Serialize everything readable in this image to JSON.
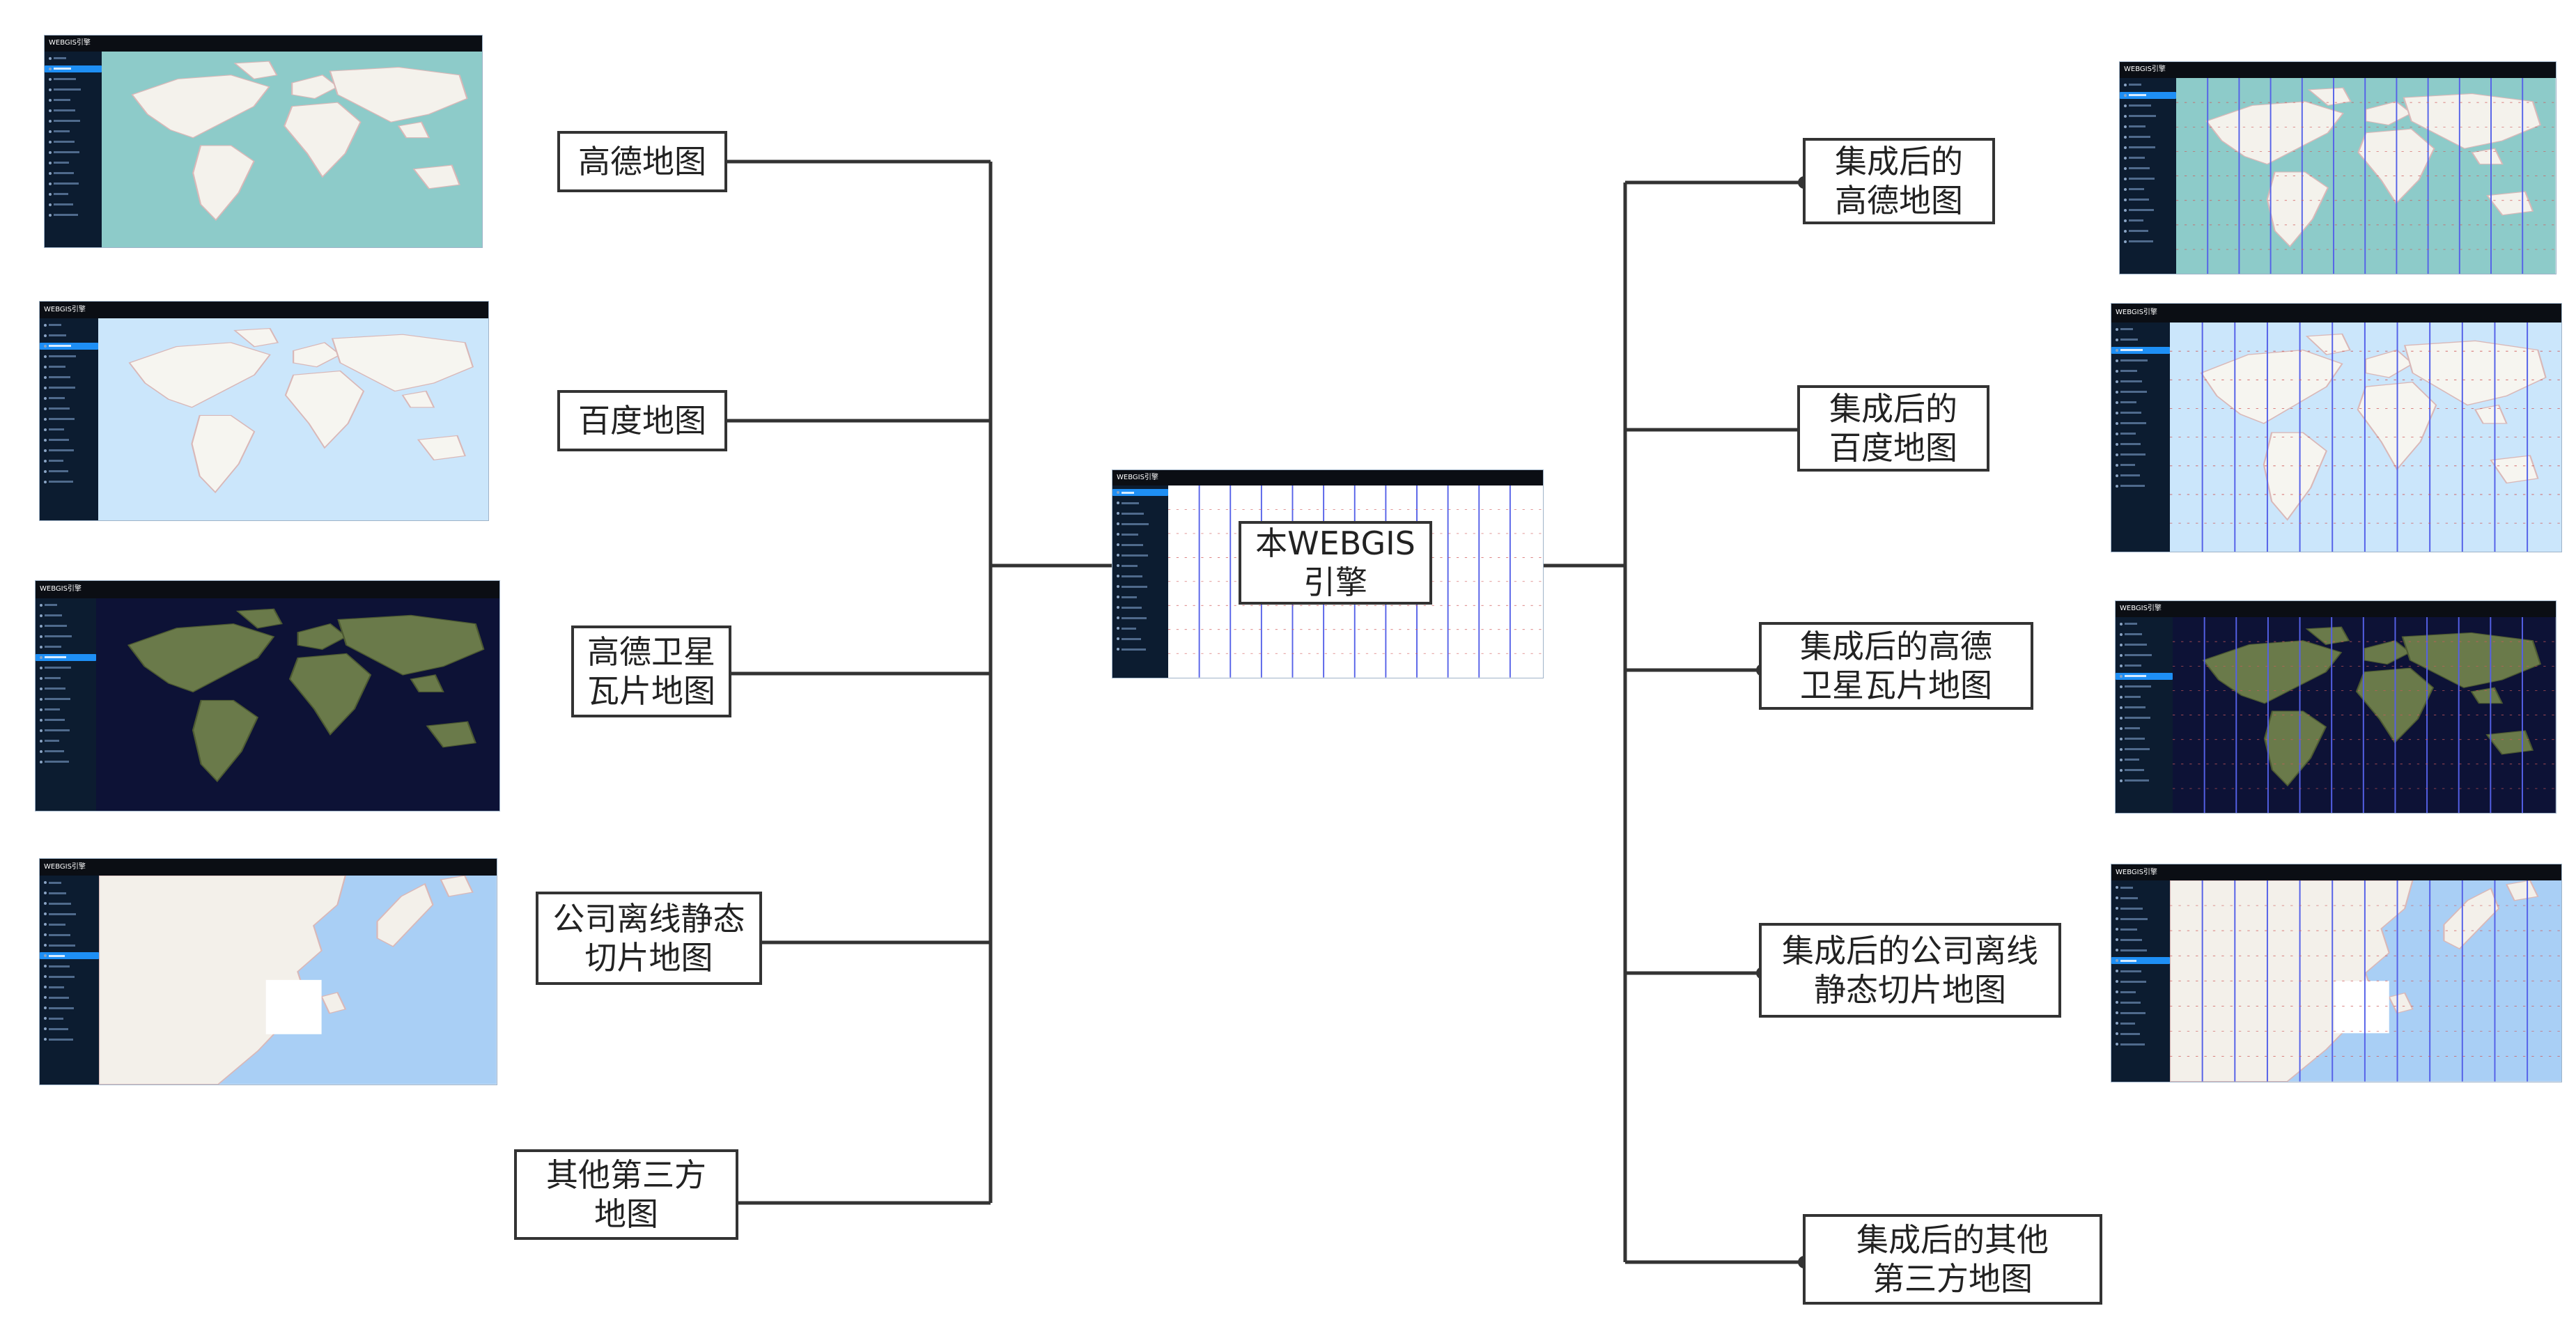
{
  "center": {
    "label_line1": "本WEBGIS",
    "label_line2": "引擎"
  },
  "left": [
    {
      "id": "gaode",
      "line1": "高德地图",
      "line2": ""
    },
    {
      "id": "baidu",
      "line1": "百度地图",
      "line2": ""
    },
    {
      "id": "gaode-sat",
      "line1": "高德卫星",
      "line2": "瓦片地图"
    },
    {
      "id": "company",
      "line1": "公司离线静态",
      "line2": "切片地图"
    },
    {
      "id": "other",
      "line1": "其他第三方",
      "line2": "地图"
    }
  ],
  "right": [
    {
      "id": "gaode",
      "line1": "集成后的",
      "line2": "高德地图"
    },
    {
      "id": "baidu",
      "line1": "集成后的",
      "line2": "百度地图"
    },
    {
      "id": "gaode-sat",
      "line1": "集成后的高德",
      "line2": "卫星瓦片地图"
    },
    {
      "id": "company",
      "line1": "集成后的公司离线",
      "line2": "静态切片地图"
    },
    {
      "id": "other",
      "line1": "集成后的其他",
      "line2": "第三方地图"
    }
  ],
  "screenshots": {
    "app_title": "WEBGIS引擎",
    "themes": {
      "gaode": {
        "water": "#8dcbc9",
        "land": "#f4f2ec",
        "grid": false
      },
      "baidu": {
        "water": "#cbe6fb",
        "land": "#f6f5f0",
        "grid": false
      },
      "satellite": {
        "water": "#0d1236",
        "land": "#6a7a4a",
        "grid": false
      },
      "company": {
        "water": "#a9cff5",
        "land": "#f3f0ea",
        "grid": false
      }
    }
  },
  "colors": {
    "line": "#333333",
    "sidebar": "#0c1c30",
    "titlebar": "#0b0e14",
    "active_item": "#1e8ff5",
    "grid_blue": "#5561e8",
    "grid_red": "#d05a5a"
  }
}
